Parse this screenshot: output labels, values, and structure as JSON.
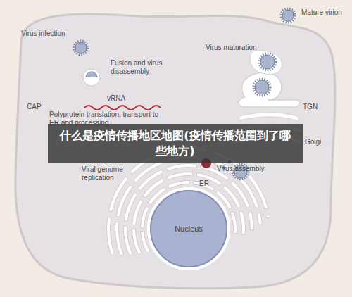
{
  "diagram": {
    "nodes": [
      {
        "text": [
          "什么是疫情传播地区地图(疫情传播范围到了哪些地方)"
        ]
      },
      {
        "text": [
          "Nucleus"
        ]
      }
    ],
    "labels": [
      "Mature virion",
      "Virus infection",
      "Virus maturation",
      "Fusion and virus disassembly",
      "vRNA",
      "CAP",
      "TGN",
      "Polyprotein translation, transport to ER and processing",
      "Golgi",
      "Virus assembly",
      "Viral genome replication",
      "ER"
    ]
  }
}
